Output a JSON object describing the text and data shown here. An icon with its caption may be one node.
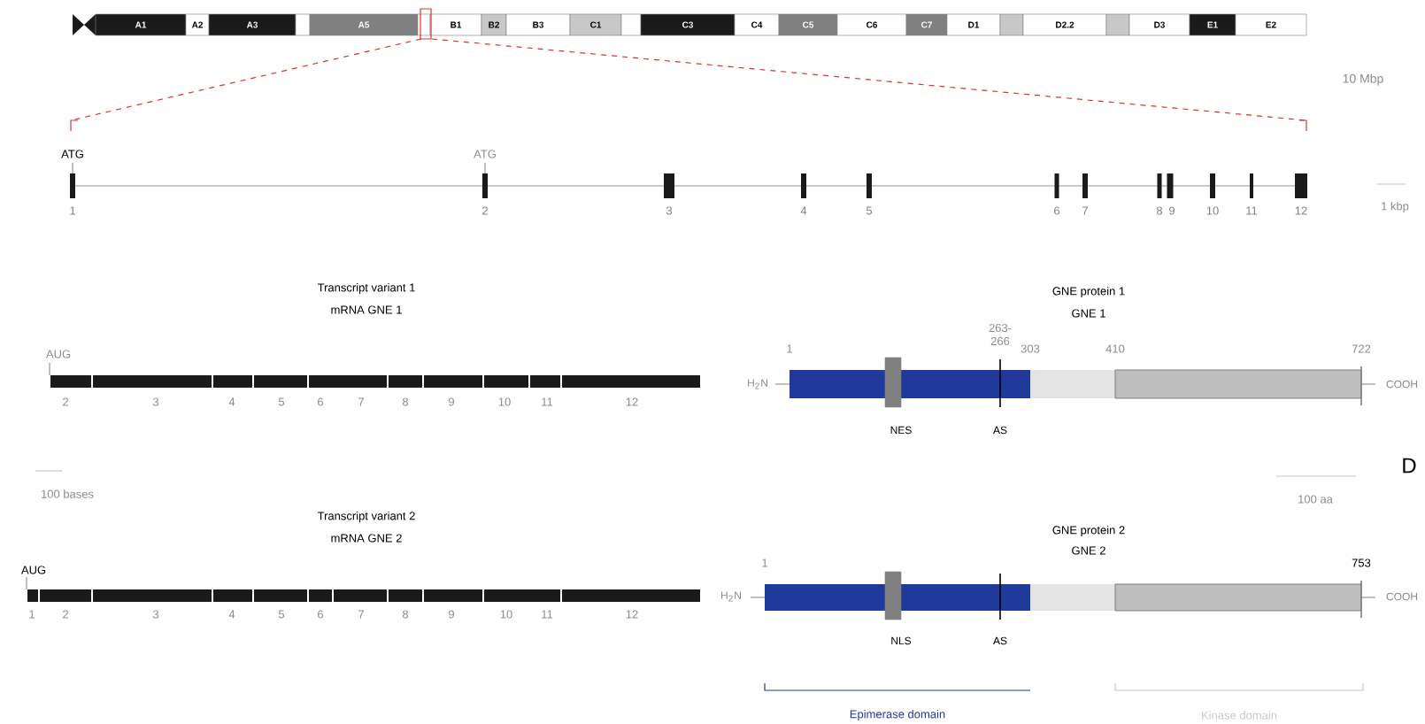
{
  "diagram": {
    "nodes": [
      {
        "text": [
          "A1"
        ]
      },
      {
        "text": [
          "A2"
        ]
      },
      {
        "text": [
          "A3"
        ]
      },
      {
        "text": [],
        "shape": "band"
      },
      {
        "text": [
          "A5"
        ]
      },
      {
        "text": [],
        "shape": "band"
      },
      {
        "text": [
          "B1"
        ]
      },
      {
        "text": [
          "B2"
        ]
      },
      {
        "text": [
          "B3"
        ]
      },
      {
        "text": [
          "C1"
        ]
      },
      {
        "text": [],
        "shape": "band"
      },
      {
        "text": [
          "C3"
        ]
      },
      {
        "text": [
          "C4"
        ]
      },
      {
        "text": [
          "C5"
        ]
      },
      {
        "text": [
          "C6"
        ]
      },
      {
        "text": [
          "C7"
        ]
      },
      {
        "text": [
          "D1"
        ]
      },
      {
        "text": [],
        "shape": "band"
      },
      {
        "text": [
          "D2.2"
        ]
      },
      {
        "text": [],
        "shape": "band"
      },
      {
        "text": [
          "D3"
        ]
      },
      {
        "text": [
          "E1"
        ]
      },
      {
        "text": [
          "E2"
        ]
      }
    ],
    "labels": [
      "10 Mbp",
      "ATG",
      "ATG",
      "1",
      "2",
      "3",
      "4",
      "5",
      "6",
      "7",
      "8",
      "9",
      "10",
      "11",
      "12",
      "1 kbp",
      "Transcript variant 1",
      "mRNA GNE 1",
      "GNE protein 1",
      "GNE 1",
      "263- 266",
      "1",
      "303",
      "410",
      "722",
      "AUG",
      "H$_{2}$N",
      "COOH",
      "2",
      "3",
      "4",
      "5",
      "6",
      "7",
      "8",
      "9",
      "10",
      "11",
      "12",
      "NES",
      "AS",
      "D",
      "100 bases",
      "100 aa",
      "Transcript variant 2",
      "mRNA GNE 2",
      "GNE protein 2",
      "GNE 2",
      "AUG",
      "1",
      "753",
      "H$_{2}$N",
      "COOH",
      "1",
      "2",
      "3",
      "4",
      "5",
      "6",
      "7",
      "8",
      "9",
      "10",
      "11",
      "12",
      "NLS",
      "AS",
      "Epimerase domain",
      "Kinase domain"
    ]
  }
}
